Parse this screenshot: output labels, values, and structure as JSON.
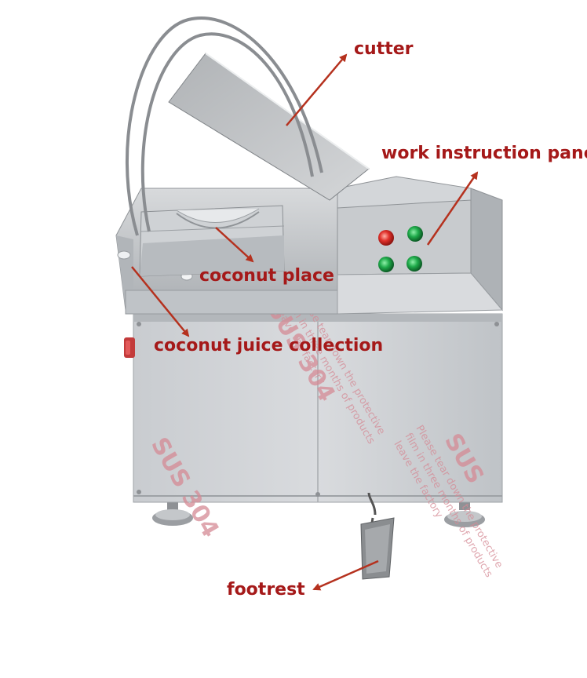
{
  "callouts": {
    "cutter": "cutter",
    "panel": "work instruction panel",
    "place": "coconut place",
    "juice": "coconut juice collection",
    "foot": "footrest"
  },
  "film_print": {
    "brand": "SUS 304",
    "brand_short": "SUS",
    "notice_1": "Please tear down the protective",
    "notice_2": "film in three months of products",
    "notice_3": "leave the factory"
  },
  "colors": {
    "callout_text": "#a51919",
    "arrow": "#b5311e",
    "steel": "#c2c6cb",
    "film_print": "#d58a95",
    "indicator_red": "#e0302a",
    "button_green": "#1faa4a"
  }
}
